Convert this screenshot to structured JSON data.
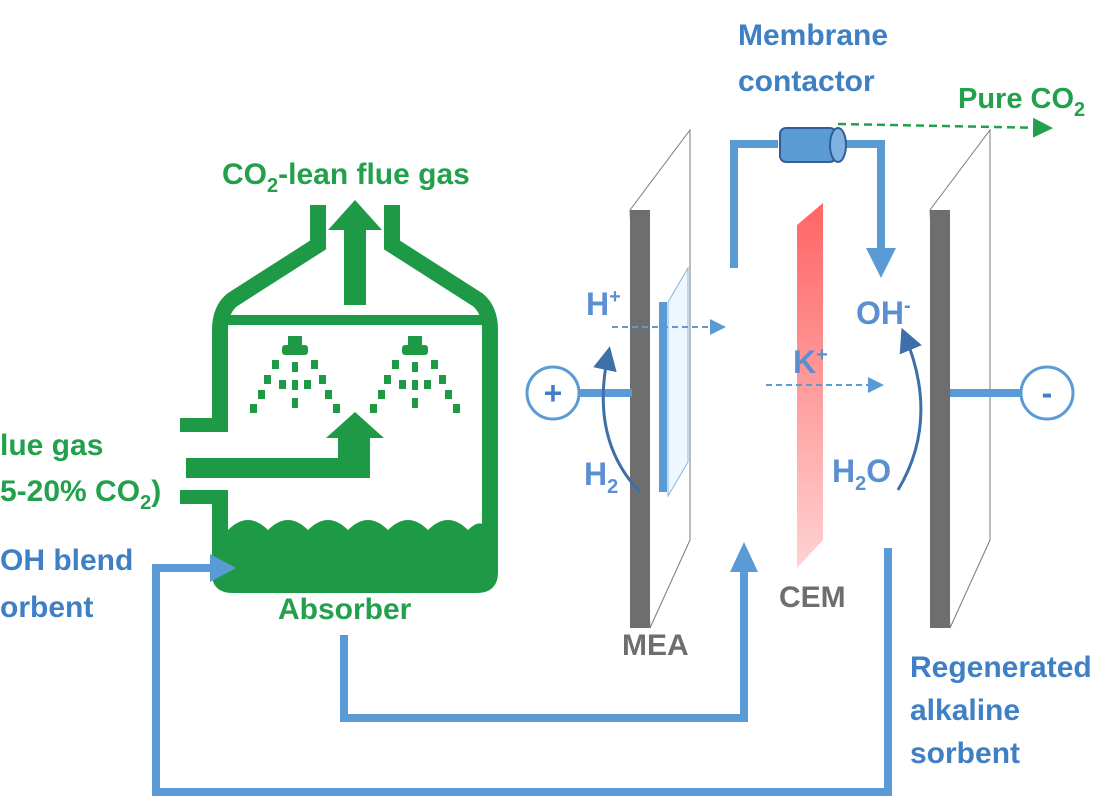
{
  "absorber": {
    "top_gas_label": "CO",
    "top_gas_sub": "2",
    "top_gas_rest": "-lean flue gas",
    "inlet_line1": "lue gas",
    "inlet_line2_a": "5-20% CO",
    "inlet_line2_sub": "2",
    "inlet_line2_b": ")",
    "sorbent_line1": "OH blend",
    "sorbent_line2": "orbent",
    "name": "Absorber"
  },
  "cell": {
    "membrane_contactor_line1": "Membrane",
    "membrane_contactor_line2": "contactor",
    "pure_co2": "Pure CO",
    "pure_co2_sub": "2",
    "h_plus": "H",
    "h_plus_sup": "+",
    "h2": "H",
    "h2_sub": "2",
    "k_plus": "K",
    "k_plus_sup": "+",
    "oh_minus": "OH",
    "oh_minus_sup": "-",
    "h2o_a": "H",
    "h2o_sub": "2",
    "h2o_b": "O",
    "anode_symbol": "+",
    "cathode_symbol": "-",
    "cem_label": "CEM",
    "mea_label": "MEA",
    "regenerated_line1": "Regenerated",
    "regenerated_line2": "alkaline",
    "regenerated_line3": "sorbent"
  },
  "colors": {
    "absorber_green": "#1e9a46",
    "flow_blue": "#5b9bd5",
    "cem_red": "#ff6f6f",
    "electrode_gray": "#6e6e6e"
  }
}
